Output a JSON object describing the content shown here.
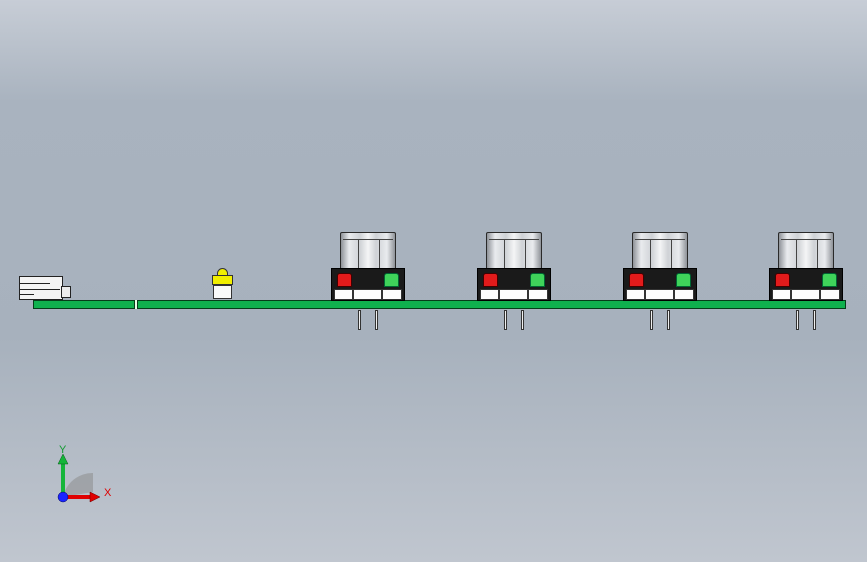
{
  "viewport": {
    "background_top": "#c7cdd6",
    "background_mid": "#a7b1bd"
  },
  "model": {
    "pcb_color": "#0fb14e",
    "led_color": "#f2ef00",
    "encoder_cap_colors": [
      "#e21b1b",
      "#3fd35a"
    ],
    "encoder_count": 4,
    "components": [
      "usb-connector",
      "led",
      "rotary-encoder",
      "rotary-encoder",
      "rotary-encoder",
      "rotary-encoder"
    ]
  },
  "triad": {
    "x_label": "X",
    "y_label": "Y",
    "x_color": "#e00000",
    "y_color": "#15b53a",
    "z_color": "#1a24ff"
  }
}
